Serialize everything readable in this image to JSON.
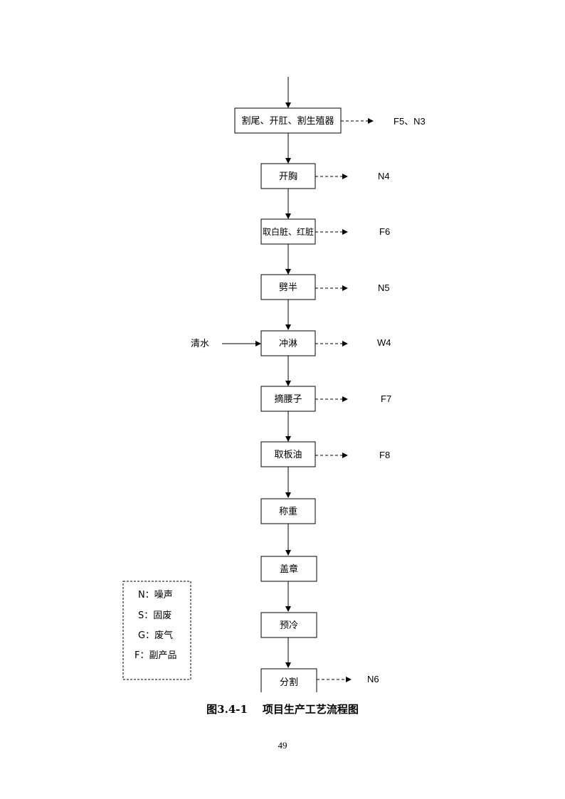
{
  "flow": {
    "steps": [
      {
        "label": "割尾、开肛、割生殖器",
        "output": "F5、N3"
      },
      {
        "label": "开胸",
        "output": "N4"
      },
      {
        "label": "取白脏、红脏",
        "output": "F6"
      },
      {
        "label": "劈半",
        "output": "N5"
      },
      {
        "label": "冲淋",
        "output": "W4",
        "input": "清水"
      },
      {
        "label": "摘腰子",
        "output": "F7"
      },
      {
        "label": "取板油",
        "output": "F8"
      },
      {
        "label": "称重"
      },
      {
        "label": "盖章"
      },
      {
        "label": "预冷"
      },
      {
        "label": "分割",
        "output": "N6"
      }
    ]
  },
  "legend": {
    "items": [
      "N：噪声",
      "S：固废",
      "G：废气",
      "F：副产品"
    ]
  },
  "caption": "图3.4-1    项目生产工艺流程图",
  "page_number": "49"
}
